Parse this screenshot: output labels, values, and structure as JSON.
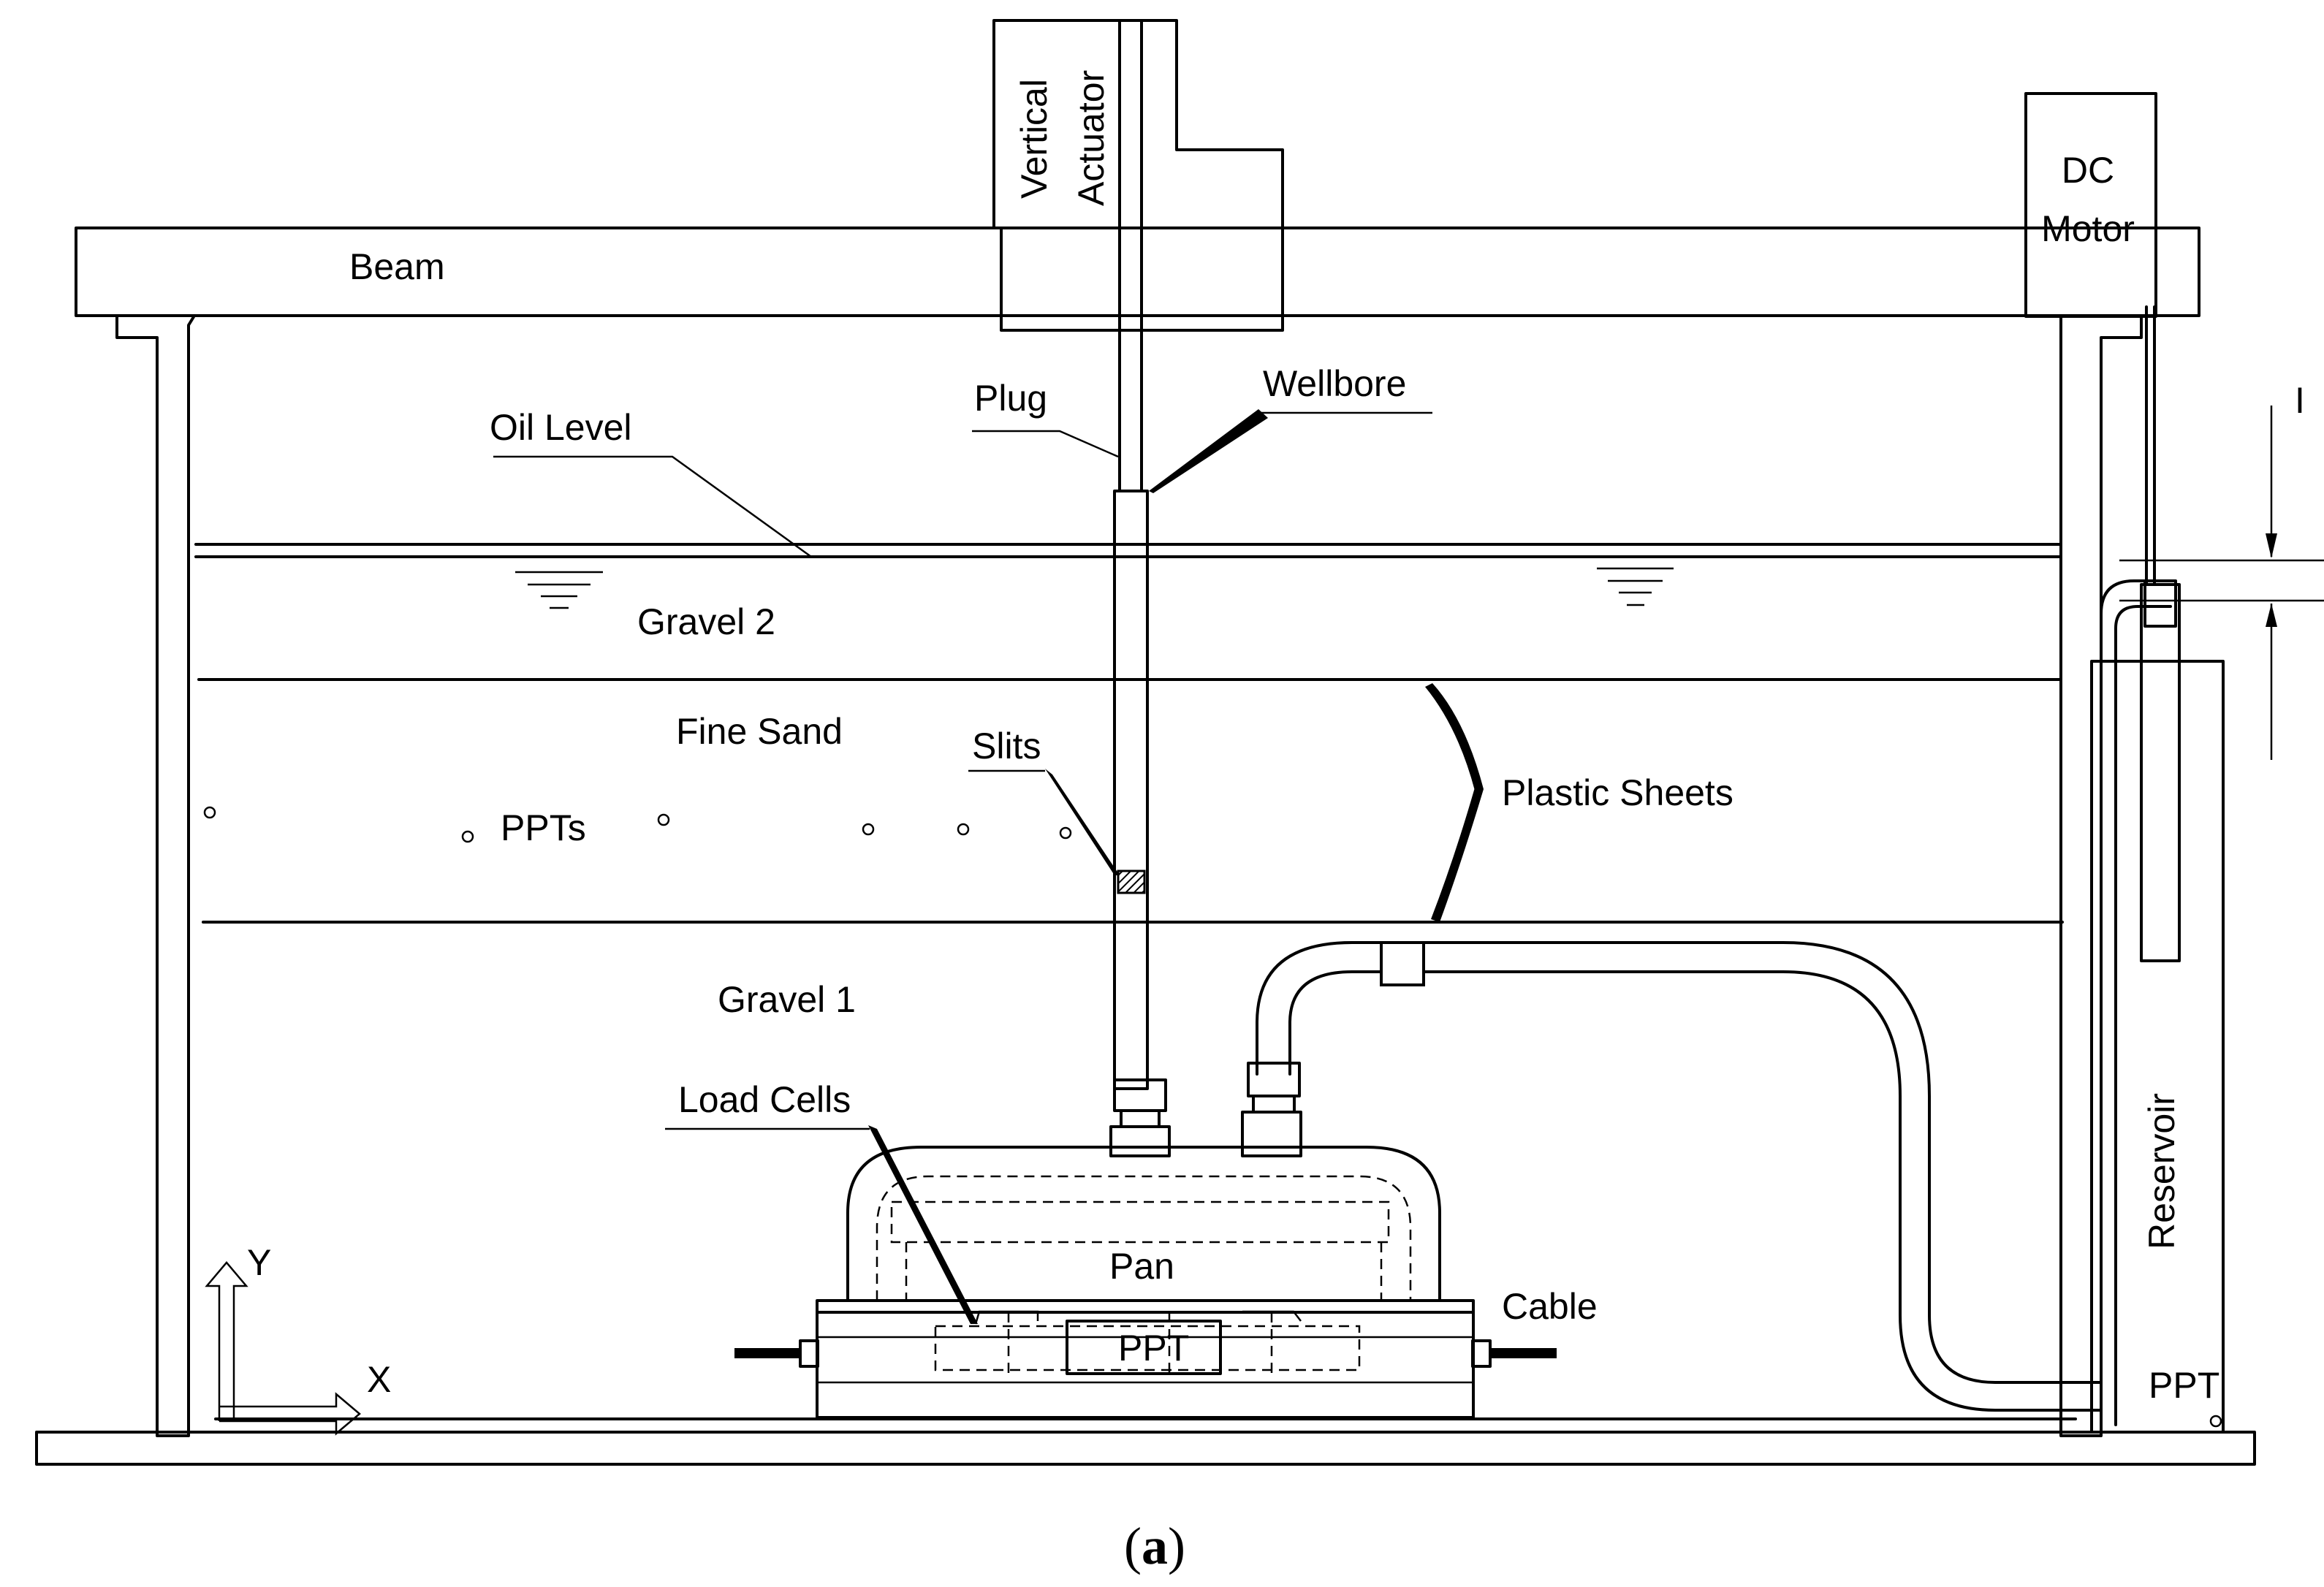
{
  "labels": {
    "vertical_actuator_line1": "Vertical",
    "vertical_actuator_line2": "Actuator",
    "dc_motor_line1": "DC",
    "dc_motor_line2": "Motor",
    "beam": "Beam",
    "plug": "Plug",
    "wellbore": "Wellbore",
    "oil_level": "Oil Level",
    "gravel_2": "Gravel 2",
    "fine_sand": "Fine Sand",
    "slits": "Slits",
    "plastic_sheets": "Plastic Sheets",
    "ppts": "PPTs",
    "gravel_1": "Gravel 1",
    "load_cells": "Load Cells",
    "pan": "Pan",
    "cable": "Cable",
    "ppt_pan": "PPT",
    "ppt_reservoir": "PPT",
    "reservoir": "Reservoir",
    "axis_y": "Y",
    "axis_x": "X",
    "dimension_partial": "I"
  },
  "caption": {
    "prefix": "(",
    "letter": "a",
    "suffix": ")"
  }
}
